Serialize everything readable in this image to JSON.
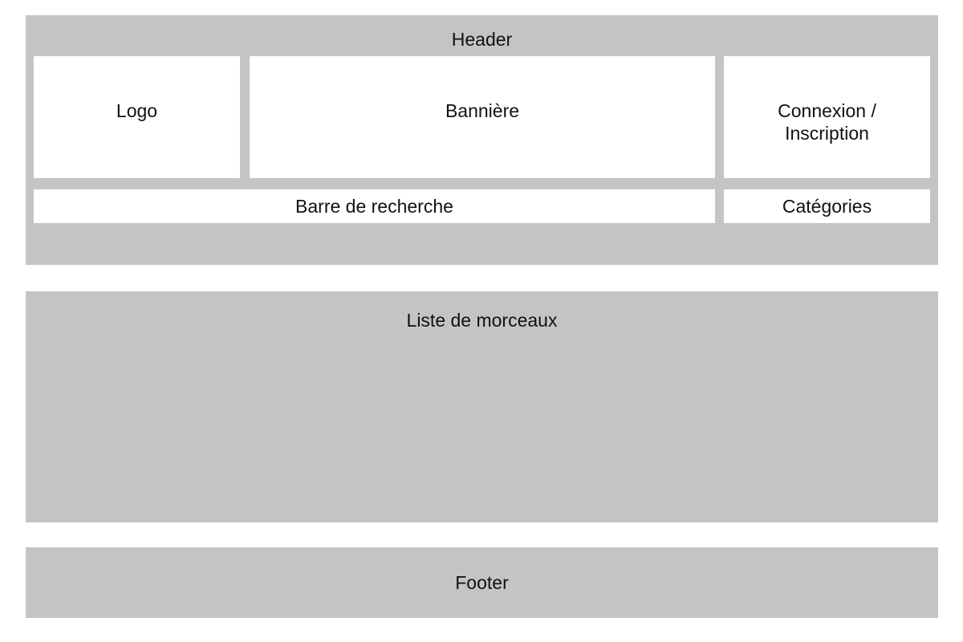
{
  "header": {
    "title": "Header",
    "logo": "Logo",
    "banner": "Bannière",
    "auth": "Connexion /\nInscription",
    "search": "Barre de recherche",
    "categories": "Catégories"
  },
  "tracks": {
    "title": "Liste de morceaux"
  },
  "footer": {
    "title": "Footer"
  },
  "colors": {
    "block_fill": "#c4c4c4",
    "cell_fill": "#ffffff",
    "text": "#111111"
  }
}
